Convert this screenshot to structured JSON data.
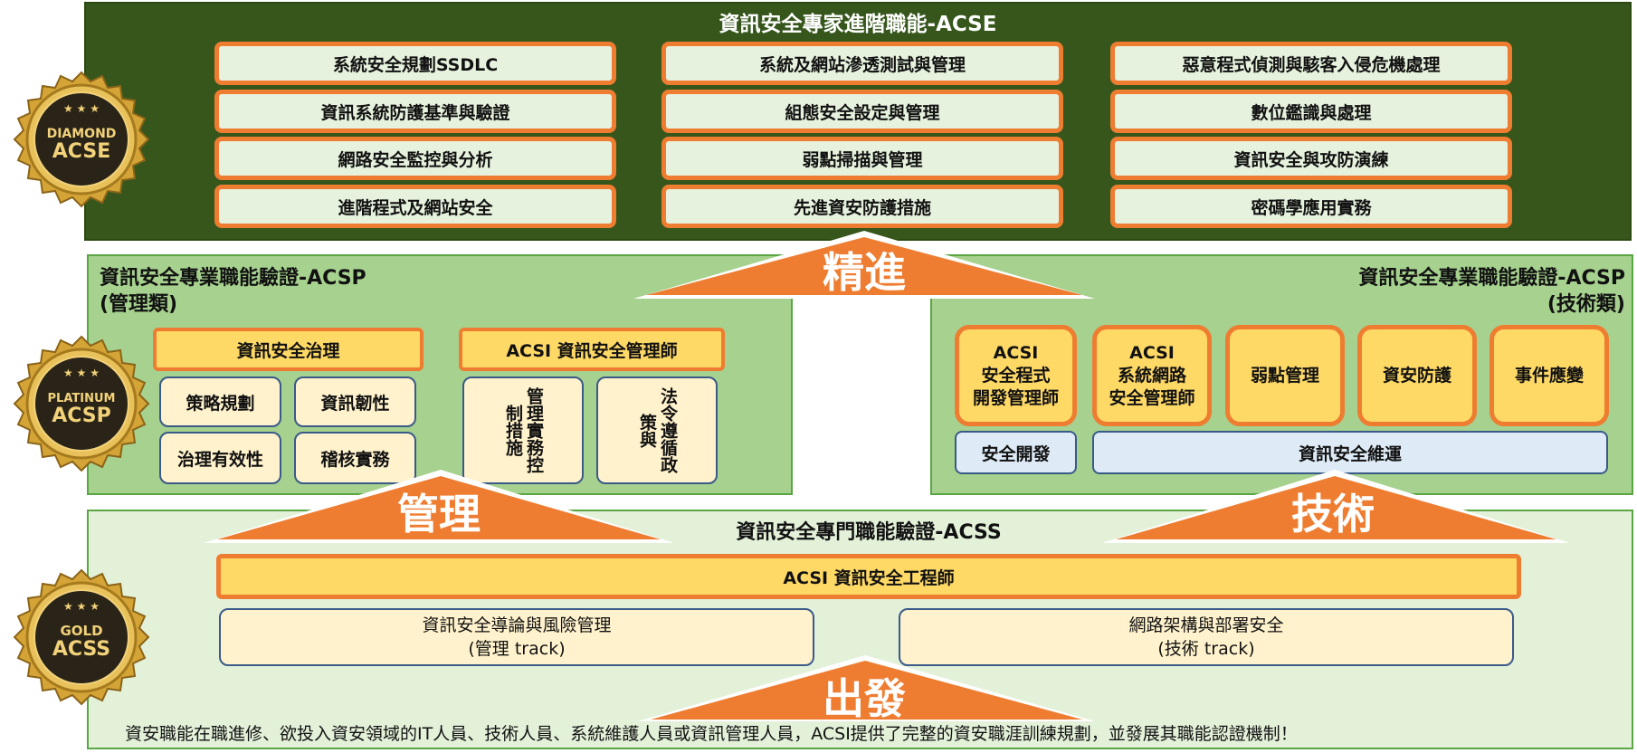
{
  "acse": {
    "title": "資訊安全專家進階職能-ACSE",
    "courses": [
      [
        "系統安全規劃SSDLC",
        "資訊系統防護基準與驗證",
        "網路安全監控與分析",
        "進階程式及網站安全"
      ],
      [
        "系統及網站滲透測試與管理",
        "組態安全設定與管理",
        "弱點掃描與管理",
        "先進資安防護措施"
      ],
      [
        "惡意程式偵測與駭客入侵危機處理",
        "數位鑑識與處理",
        "資訊安全與攻防演練",
        "密碼學應用實務"
      ]
    ]
  },
  "acsp_mgmt": {
    "title_line1": "資訊安全專業職能驗證-ACSP",
    "title_line2": "(管理類)",
    "governance_label": "資訊安全治理",
    "governance_skills": [
      "策略規劃",
      "資訊韌性",
      "治理有效性",
      "稽核實務"
    ],
    "manager_label": "ACSI 資訊安全管理師",
    "manager_skills": [
      "管理實務控制措施",
      "法令遵循政策與"
    ]
  },
  "acsp_tech": {
    "title_line1": "資訊安全專業職能驗證-ACSP",
    "title_line2": "(技術類)",
    "certs": [
      {
        "line1": "ACSI",
        "line2": "安全程式",
        "line3": "開發管理師"
      },
      {
        "line1": "ACSI",
        "line2": "系統網路",
        "line3": "安全管理師"
      },
      {
        "line1": "",
        "line2": "弱點管理",
        "line3": ""
      },
      {
        "line1": "",
        "line2": "資安防護",
        "line3": ""
      },
      {
        "line1": "",
        "line2": "事件應變",
        "line3": ""
      }
    ],
    "secure_dev_label": "安全開發",
    "security_ops_label": "資訊安全維運"
  },
  "acss": {
    "title": "資訊安全專門職能驗證-ACSS",
    "engineer_label": "ACSI 資訊安全工程師",
    "tracks": [
      {
        "line1": "資訊安全導論與風險管理",
        "line2": "(管理 track)"
      },
      {
        "line1": "網路架構與部署安全",
        "line2": "(技術 track)"
      }
    ]
  },
  "arrows": {
    "advance": "精進",
    "management": "管理",
    "technology": "技術",
    "start": "出發"
  },
  "footer": "資安職能在職進修、欲投入資安領域的IT人員、技術人員、系統維護人員或資訊管理人員，ACSI提供了完整的資安職涯訓練規劃，並發展其職能認證機制！",
  "medals": [
    {
      "line1": "DIAMOND",
      "line2": "ACSE"
    },
    {
      "line1": "PLATINUM",
      "line2": "ACSP"
    },
    {
      "line1": "GOLD",
      "line2": "ACSS"
    }
  ],
  "colors": {
    "acse_bg": "#36561c",
    "acsp_bg": "#a6d18e",
    "acss_bg": "#e3f1d9",
    "accent_orange": "#ee7d31",
    "cert_yellow": "#ffd966",
    "skill_cream": "#fff2cc",
    "skill_blue": "#deebf6",
    "medal_gold": "#d4a437",
    "medal_dark": "#2a2418"
  }
}
